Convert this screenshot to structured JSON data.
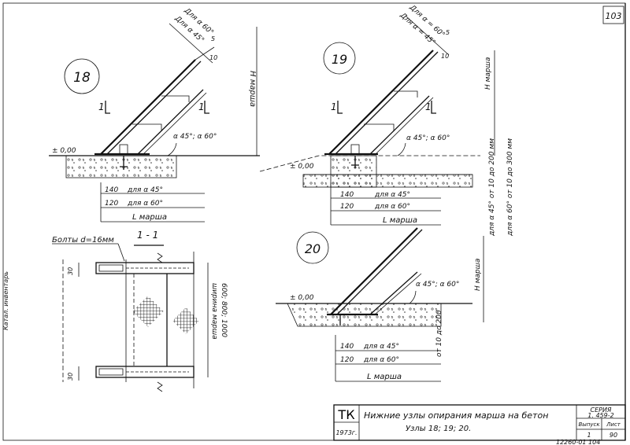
{
  "sheet": {
    "number": "103",
    "stamp_bottom": "12260-01  104"
  },
  "title_block": {
    "logo": "ТК",
    "year": "1973г.",
    "title_line1": "Нижние узлы опирания марша на бетон",
    "title_line2": "Узлы 18; 19; 20.",
    "series_label": "СЕРИЯ",
    "series_value": "1. 459-2",
    "issue_label": "Выпуск",
    "issue_value": "1",
    "sheet_label": "Лист",
    "sheet_value": "90"
  },
  "node18": {
    "number": "18",
    "angle_top1": "Для α 60°",
    "angle_top2": "Для α 45°",
    "dim_5": "5",
    "dim_10": "10",
    "section_mark": "1",
    "angle": "α 45°; α 60°",
    "level": "± 0,00",
    "height_label": "Н марша",
    "dim_140": "140",
    "dim_140_text": "для α 45°",
    "dim_120": "120",
    "dim_120_text": "для α 60°",
    "length_label": "L марша"
  },
  "node19": {
    "number": "19",
    "angle_top1": "Для α = 60°",
    "angle_top2": "Для α = 45°",
    "dim_5": "5",
    "dim_10": "10",
    "section_mark": "1",
    "angle": "α 45°; α 60°",
    "level": "± 0,00",
    "height_label": "Н марша",
    "dim_140": "140",
    "dim_140_text": "для α 45°",
    "dim_120": "120",
    "dim_120_text": "для α 60°",
    "length_label": "L марша",
    "vert_note1": "для α 45° от 10 до 200 мм",
    "vert_note2": "для α 60° от 10 до 300 мм"
  },
  "node20": {
    "number": "20",
    "angle": "α 45°; α 60°",
    "level": "± 0,00",
    "height_label": "Н марша",
    "vert_note": "от 10 до 200",
    "dim_140": "140",
    "dim_140_text": "для α 45°",
    "dim_120": "120",
    "dim_120_text": "для α 60°",
    "length_label": "L марша"
  },
  "section": {
    "title": "1 - 1",
    "bolts": "Болты d=16мм",
    "dim_30a": "30",
    "dim_30b": "30",
    "width_label": "ширина марша",
    "width_values": "600; 800; 1000"
  },
  "margin": {
    "left_note": "Катал. инвентарь"
  }
}
